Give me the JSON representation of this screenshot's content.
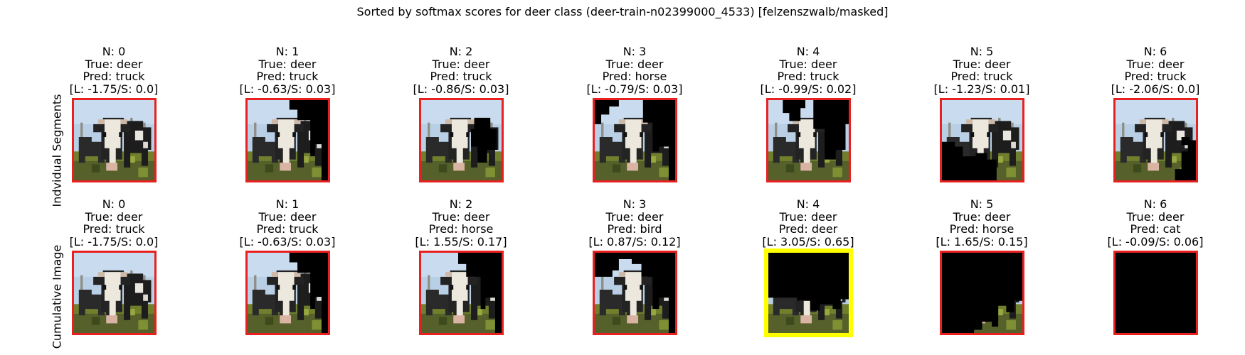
{
  "title": "Sorted by softmax scores for deer class (deer-train-n02399000_4533) [felzenszwalb/masked]",
  "row_labels": [
    "Indvidual Segments",
    "Cumulative Image"
  ],
  "rows": [
    {
      "name": "individual",
      "panels": [
        {
          "n": "N: 0",
          "true": "True: deer",
          "pred": "Pred: truck",
          "score": "[L: -1.75/S: 0.0]",
          "mask": "none",
          "highlight": false
        },
        {
          "n": "N: 1",
          "true": "True: deer",
          "pred": "Pred: truck",
          "score": "[L: -0.63/S: 0.03]",
          "mask": "right",
          "highlight": false
        },
        {
          "n": "N: 2",
          "true": "True: deer",
          "pred": "Pred: truck",
          "score": "[L: -0.86/S: 0.03]",
          "mask": "body",
          "highlight": false
        },
        {
          "n": "N: 3",
          "true": "True: deer",
          "pred": "Pred: horse",
          "score": "[L: -0.79/S: 0.03]",
          "mask": "sky",
          "highlight": false
        },
        {
          "n": "N: 4",
          "true": "True: deer",
          "pred": "Pred: truck",
          "score": "[L: -0.99/S: 0.02]",
          "mask": "sky2",
          "highlight": false
        },
        {
          "n": "N: 5",
          "true": "True: deer",
          "pred": "Pred: truck",
          "score": "[L: -1.23/S: 0.01]",
          "mask": "lower",
          "highlight": false
        },
        {
          "n": "N: 6",
          "true": "True: deer",
          "pred": "Pred: truck",
          "score": "[L: -2.06/S: 0.0]",
          "mask": "lowright",
          "highlight": false
        }
      ]
    },
    {
      "name": "cumulative",
      "panels": [
        {
          "n": "N: 0",
          "true": "True: deer",
          "pred": "Pred: truck",
          "score": "[L: -1.75/S: 0.0]",
          "mask": "none",
          "highlight": false
        },
        {
          "n": "N: 1",
          "true": "True: deer",
          "pred": "Pred: truck",
          "score": "[L: -0.63/S: 0.03]",
          "mask": "right",
          "highlight": false
        },
        {
          "n": "N: 2",
          "true": "True: deer",
          "pred": "Pred: horse",
          "score": "[L: 1.55/S: 0.17]",
          "mask": "cum2",
          "highlight": false
        },
        {
          "n": "N: 3",
          "true": "True: deer",
          "pred": "Pred: bird",
          "score": "[L: 0.87/S: 0.12]",
          "mask": "cum3",
          "highlight": false
        },
        {
          "n": "N: 4",
          "true": "True: deer",
          "pred": "Pred: deer",
          "score": "[L: 3.05/S: 0.65]",
          "mask": "cum4",
          "highlight": true
        },
        {
          "n": "N: 5",
          "true": "True: deer",
          "pred": "Pred: horse",
          "score": "[L: 1.65/S: 0.15]",
          "mask": "cum5",
          "highlight": false
        },
        {
          "n": "N: 6",
          "true": "True: deer",
          "pred": "Pred: cat",
          "score": "[L: -0.09/S: 0.06]",
          "mask": "all",
          "highlight": false
        }
      ]
    }
  ],
  "colors": {
    "frame": "#e82020",
    "highlight_frame": "#ffff00",
    "mask": "#000000",
    "sky": "#b9cfe6",
    "grass": "#6f7f2e"
  }
}
